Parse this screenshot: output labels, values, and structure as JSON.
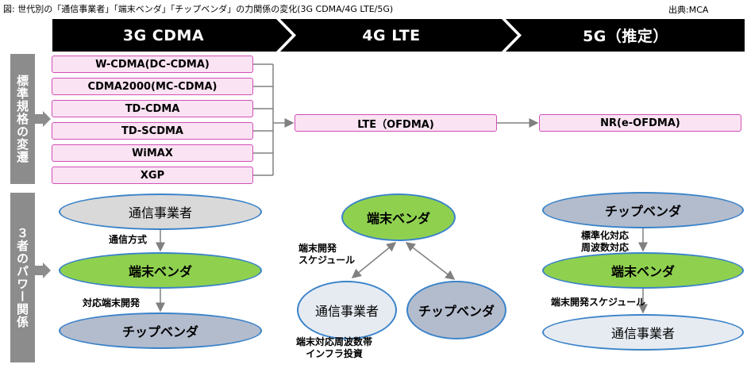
{
  "caption": "図: 世代別の「通信事業者」「端末ベンダ」「チップベンダ」の力関係の変化(3G CDMA/4G LTE/5G)",
  "source": "出典:MCA",
  "phases": [
    "3G CDMA",
    "4G LTE",
    "5G（推定）"
  ],
  "side_labels": {
    "standards": "標準規格の変遷",
    "power": "３者のパワー関係"
  },
  "standards_3g": [
    "W-CDMA(DC-CDMA)",
    "CDMA2000(MC-CDMA)",
    "TD-CDMA",
    "TD-SCDMA",
    "WiMAX",
    "XGP"
  ],
  "standard_4g": "LTE（OFDMA)",
  "standard_5g": "NR(e-OFDMA)",
  "g3": {
    "top": "通信事業者",
    "link1": "通信方式",
    "middle": "端末ベンダ",
    "link2": "対応端末開発",
    "bottom": "チップベンダ"
  },
  "g4": {
    "top": "端末ベンダ",
    "link_top": "端末開発\nスケジュール",
    "left": "通信事業者",
    "right": "チップベンダ",
    "link_bottom": "端末対応周波数帯\nインフラ投資"
  },
  "g5": {
    "top": "チップベンダ",
    "link1": "標準化対応\n周波数対応",
    "middle": "端末ベンダ",
    "link2": "端末開発スケジュール",
    "bottom": "通信事業者"
  },
  "colors": {
    "phase_bar": "#000000",
    "side_box": "#8c8c8c",
    "std_border": "#d24fb8",
    "std_fill": "#fae3f2",
    "carrier": "#d9d9d9",
    "vendor": "#8fd14f",
    "chip": "#b3bccd",
    "outline": "#3a83c9"
  }
}
